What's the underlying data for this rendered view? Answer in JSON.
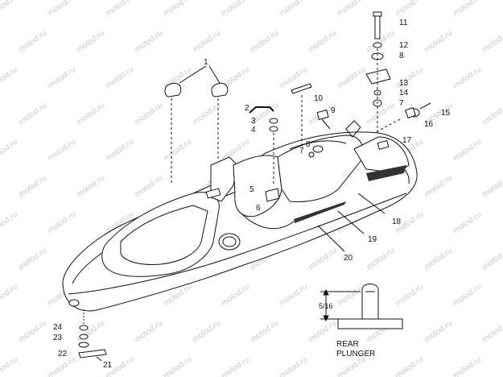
{
  "watermark": "motod.ru",
  "callouts": [
    "1",
    "2",
    "3",
    "4",
    "5",
    "6",
    "7",
    "7",
    "8",
    "8",
    "9",
    "10",
    "11",
    "12",
    "13",
    "14",
    "15",
    "16",
    "17",
    "18",
    "19",
    "20",
    "21",
    "22",
    "23",
    "24"
  ],
  "inset": {
    "dimension": "5/16",
    "label_line1": "REAR",
    "label_line2": "PLUNGER"
  }
}
